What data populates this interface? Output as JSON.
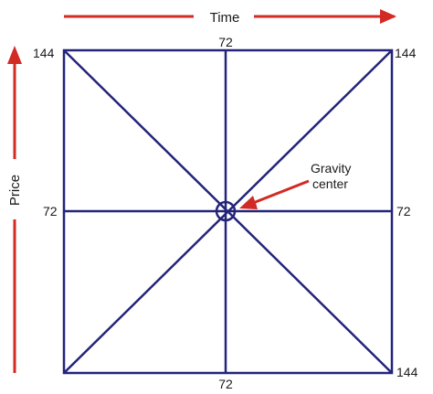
{
  "colors": {
    "line": "#23247a",
    "arrow": "#d22a24",
    "text": "#1a1a1a"
  },
  "axes": {
    "time_label": "Time",
    "price_label": "Price"
  },
  "labels": {
    "top_left": "144",
    "top_center": "72",
    "top_right": "144",
    "left_middle": "72",
    "right_middle": "72",
    "bottom_center": "72",
    "bottom_right": "144"
  },
  "annotation": {
    "line1": "Gravity",
    "line2": "center"
  }
}
